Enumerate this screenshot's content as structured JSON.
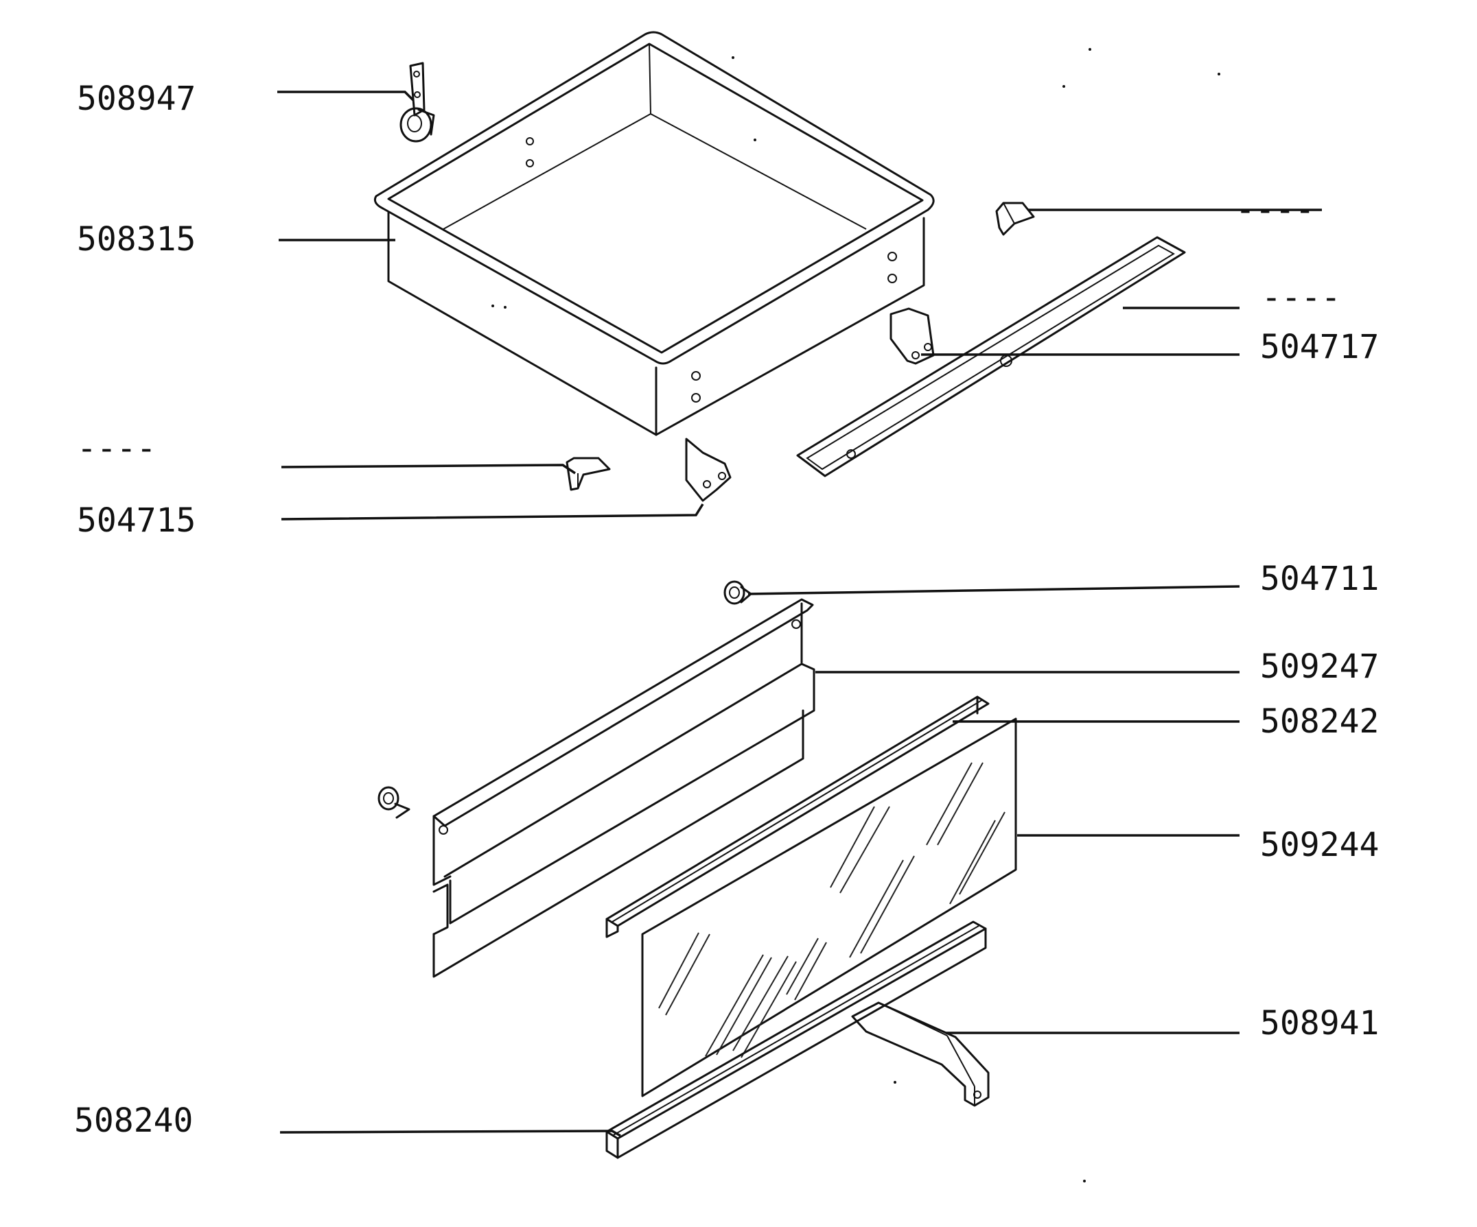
{
  "labels": {
    "part_508947": "508947",
    "part_508315": "508315",
    "part_unlabeled_top_right": "----",
    "part_unlabeled_right": "----",
    "part_504717": "504717",
    "part_unlabeled_left": "----",
    "part_504715": "504715",
    "part_504711": "504711",
    "part_509247": "509247",
    "part_508242": "508242",
    "part_509244": "509244",
    "part_508941": "508941",
    "part_508240": "508240"
  }
}
